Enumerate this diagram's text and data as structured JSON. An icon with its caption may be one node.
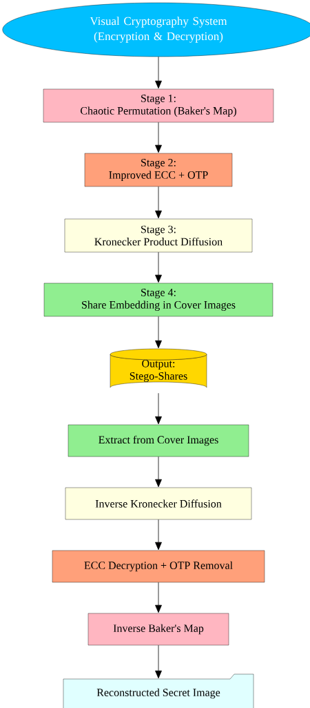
{
  "diagram": {
    "nodes": [
      {
        "text": [
          "Visual Cryptography System (Encryption & Decryption)"
        ]
      },
      {
        "text": [
          "Stage 1:",
          "Chaotic Permutation (Baker's Map)"
        ]
      },
      {
        "text": [
          "Stage 2:",
          "Improved ECC + OTP"
        ]
      },
      {
        "text": [
          "Stage 3:",
          "Kronecker Product Diffusion"
        ]
      },
      {
        "text": [
          "Stage 4:",
          "Share Embedding in Cover Images"
        ]
      },
      {
        "text": [
          "Output:",
          "Stego-Shares"
        ]
      },
      {
        "text": [
          "Extract from Cover Images"
        ]
      },
      {
        "text": [
          "Inverse Kronecker Diffusion"
        ]
      },
      {
        "text": [
          "ECC Decryption + OTP Removal"
        ]
      },
      {
        "text": [
          "Inverse Baker's Map"
        ]
      },
      {
        "text": [
          "Reconstructed Secret Image"
        ]
      }
    ],
    "edges": [
      {
        "from": 0,
        "to": 1,
        "arrow": "to"
      },
      {
        "from": 1,
        "to": 2,
        "arrow": "to"
      },
      {
        "from": 2,
        "to": 3,
        "arrow": "to"
      },
      {
        "from": 3,
        "to": 4,
        "arrow": "to"
      },
      {
        "from": 4,
        "to": 5,
        "arrow": "to"
      },
      {
        "from": 5,
        "to": 6,
        "arrow": "to"
      },
      {
        "from": 6,
        "to": 7,
        "arrow": "to"
      },
      {
        "from": 7,
        "to": 8,
        "arrow": "to"
      },
      {
        "from": 8,
        "to": 9,
        "arrow": "to"
      },
      {
        "from": 9,
        "to": 10,
        "arrow": "to"
      }
    ]
  }
}
